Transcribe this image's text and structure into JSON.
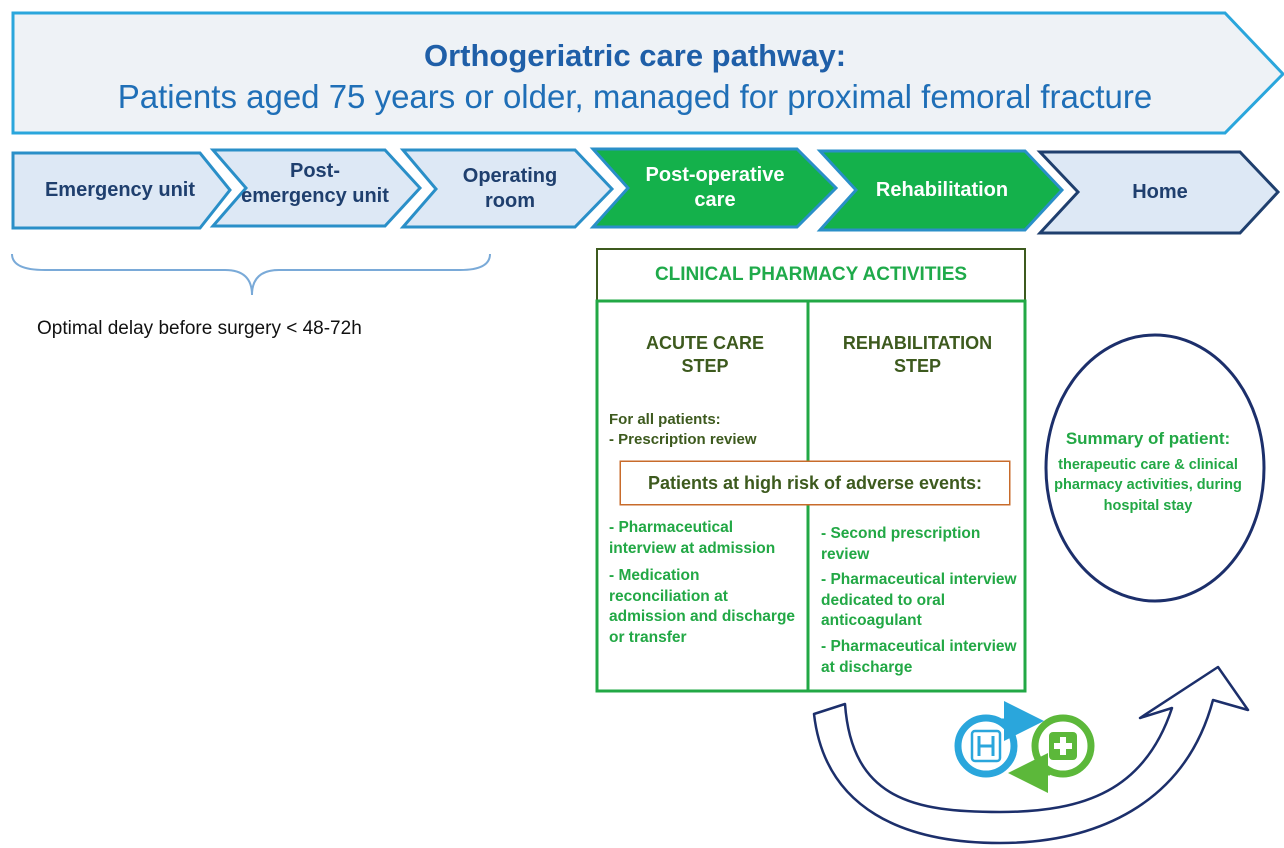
{
  "banner": {
    "title": "Orthogeriatric care pathway:",
    "subtitle": "Patients aged 75 years or older, managed for proximal femoral fracture"
  },
  "steps": [
    {
      "label": "Emergency unit"
    },
    {
      "label": "Post-emergency unit"
    },
    {
      "label": "Operating room"
    },
    {
      "label": "Post-operative care"
    },
    {
      "label": "Rehabilitation"
    },
    {
      "label": "Home"
    }
  ],
  "delay_note": "Optimal delay before surgery < 48-72h",
  "clinical_pharmacy": {
    "title": "CLINICAL PHARMACY ACTIVITIES",
    "acute": {
      "heading": "ACUTE CARE STEP",
      "all_patients_label": "For all patients:",
      "all_patients_item": "- Prescription review",
      "high_risk_items": [
        "- Pharmaceutical interview at admission",
        "- Medication reconciliation at admission and discharge or transfer"
      ]
    },
    "rehab": {
      "heading": "REHABILITATION STEP",
      "high_risk_items": [
        "- Second prescription review",
        "- Pharmaceutical interview dedicated to oral anticoagulant",
        "- Pharmaceutical interview at discharge"
      ]
    },
    "high_risk_label": "Patients at high risk of adverse events:"
  },
  "summary": {
    "title": "Summary of patient:",
    "body": "therapeutic care & clinical pharmacy activities, during hospital stay"
  },
  "icons": [
    "hospital-icon",
    "medical-cross-icon",
    "transfer-arrows-icon",
    "curved-arrow-icon"
  ],
  "colors": {
    "banner_fill": "#eef2f6",
    "banner_border": "#2aa6dc",
    "step_blue_fill": "#dde8f5",
    "step_blue_border": "#2a8fc8",
    "step_green_fill": "#14b14b",
    "step_dark_border": "#1f3f6e",
    "box_green": "#22a845",
    "box_title_border": "#3d5a1e",
    "risk_border": "#c86b2b",
    "circle_border": "#1c2f6b"
  }
}
